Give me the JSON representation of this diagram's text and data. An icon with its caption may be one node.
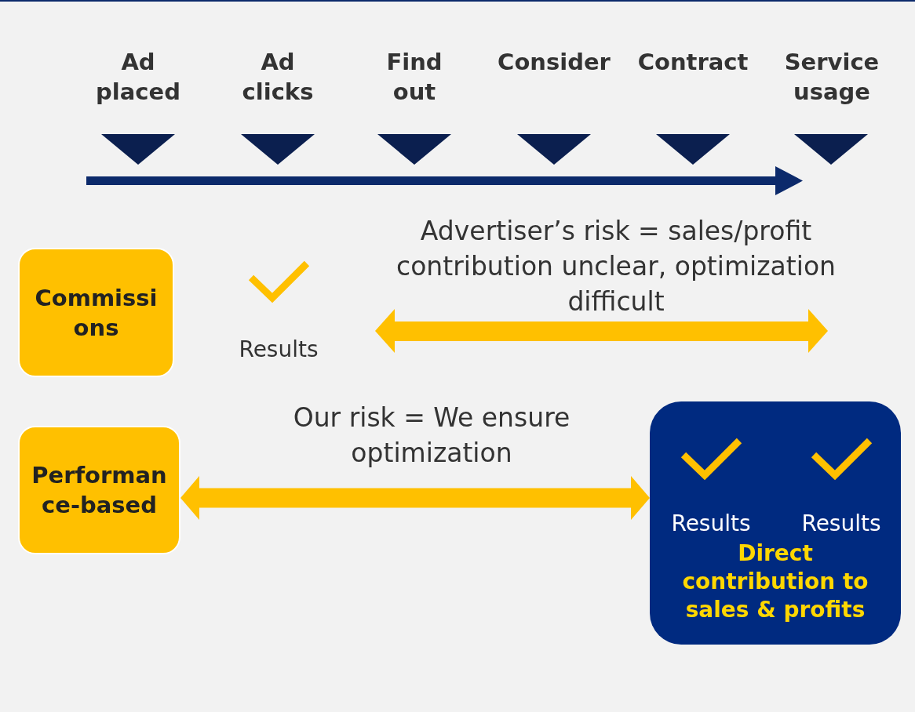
{
  "diagram": {
    "nodes": [
      {
        "text": [
          "Commissions"
        ]
      },
      {
        "text": [
          "Results"
        ]
      },
      {
        "text": [
          "Performance-based"
        ]
      },
      {
        "text": [
          "Direct contribution to sales & profits"
        ]
      },
      {
        "text": [
          "Results"
        ],
        "in": 3
      },
      {
        "text": [
          "Results"
        ],
        "in": 3
      }
    ],
    "edges": [
      {
        "from": 2,
        "to": 3,
        "arrow": "both",
        "label": "Our risk = We ensure optimization"
      }
    ],
    "labels": [
      "Ad placed",
      "Ad clicks",
      "Find out",
      "Consider",
      "Contract",
      "Service usage",
      "Advertiser’s risk = sales/profit contribution unclear, optimization difficult"
    ]
  }
}
